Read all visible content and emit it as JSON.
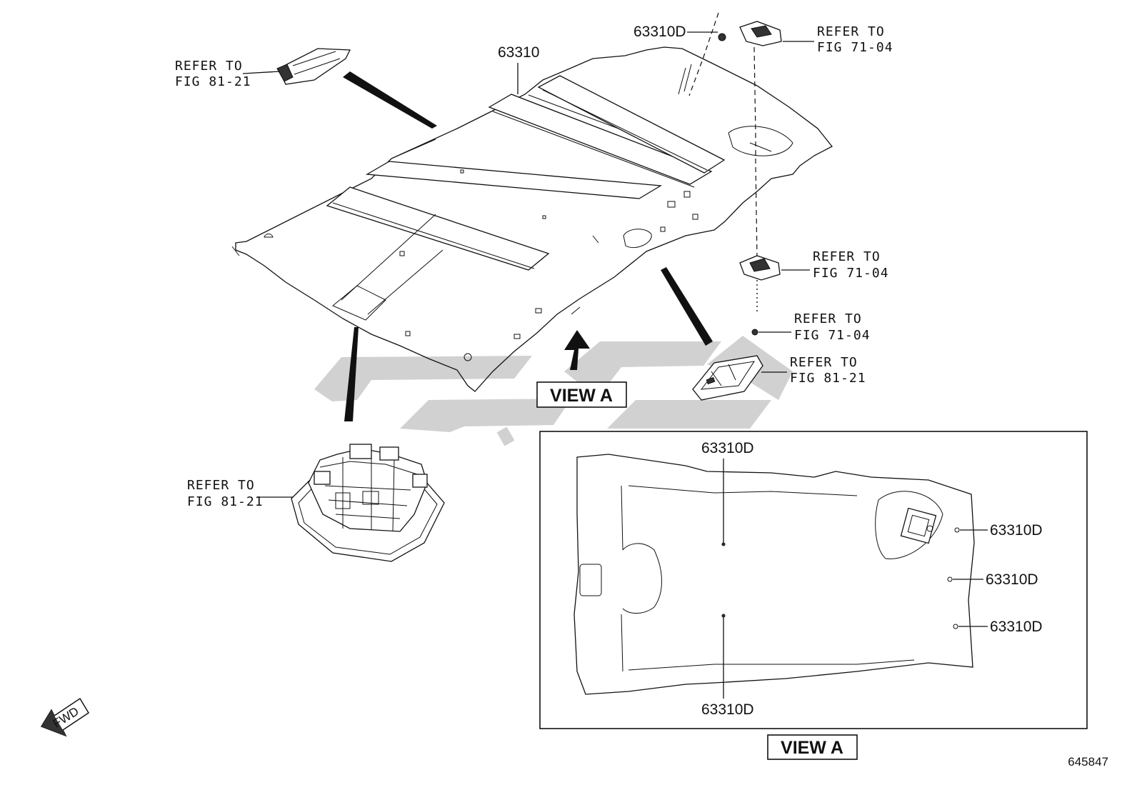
{
  "diagram_number": "645847",
  "view_label": "VIEW A",
  "fwd_label": "FWD",
  "part_headliner": "63310",
  "part_clip": "63310D",
  "refer_line1": "REFER TO",
  "callouts": {
    "top_left": {
      "line1": "REFER TO",
      "line2": "FIG 81-21"
    },
    "top_right": {
      "line1": "REFER TO",
      "line2": "FIG 71-04"
    },
    "mid_right_1": {
      "line1": "REFER TO",
      "line2": "FIG 71-04"
    },
    "mid_right_2": {
      "line1": "REFER TO",
      "line2": "FIG 71-04"
    },
    "mid_right_3": {
      "line1": "REFER TO",
      "line2": "FIG 81-21"
    },
    "bottom_left": {
      "line1": "REFER TO",
      "line2": "FIG 81-21"
    }
  },
  "inset_parts": [
    "63310D",
    "63310D",
    "63310D",
    "63310D",
    "63310D"
  ]
}
